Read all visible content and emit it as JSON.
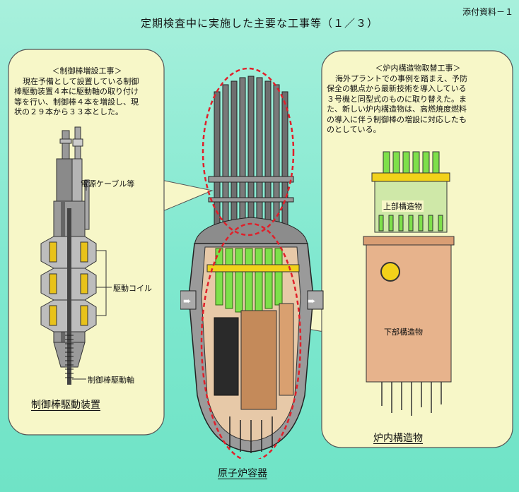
{
  "page": {
    "attachment_label": "添付資料－１",
    "title": "定期検査中に実施した主要な工事等（１／３）"
  },
  "left_panel": {
    "heading": "＜制御棒増設工事＞",
    "body_lines": [
      "現在予備として設置している制御",
      "棒駆動装置４本に駆動軸の取り付け",
      "等を行い、制御棒４本を増設し、現",
      "状の２９本から３３本とした。"
    ],
    "labels": {
      "power_cable": "電源ケーブル等",
      "drive_coil": "駆動コイル",
      "drive_shaft": "制御棒駆動軸"
    },
    "caption": "制御棒駆動装置"
  },
  "right_panel": {
    "heading": "＜炉内構造物取替工事＞",
    "body_lines": [
      "海外プラントでの事例を踏まえ、予防",
      "保全の観点から最新技術を導入している",
      "３号機と同型式のものに取り替えた。ま",
      "た、新しい炉内構造物は、高燃焼度燃料",
      "の導入に伴う制御棒の増設に対応したも",
      "のとしている。"
    ],
    "labels": {
      "upper_structure": "上部構造物",
      "lower_structure": "下部構造物"
    },
    "caption": "炉内構造物"
  },
  "center": {
    "caption": "原子炉容器"
  },
  "colors": {
    "background": "#7fe8cf",
    "panel_fill": "#f7f7c8",
    "highlight_ring": "#e0202a",
    "rod_green": "#7ee04a",
    "yellow_support": "#f2d21a",
    "copper": "#e7b38c"
  }
}
